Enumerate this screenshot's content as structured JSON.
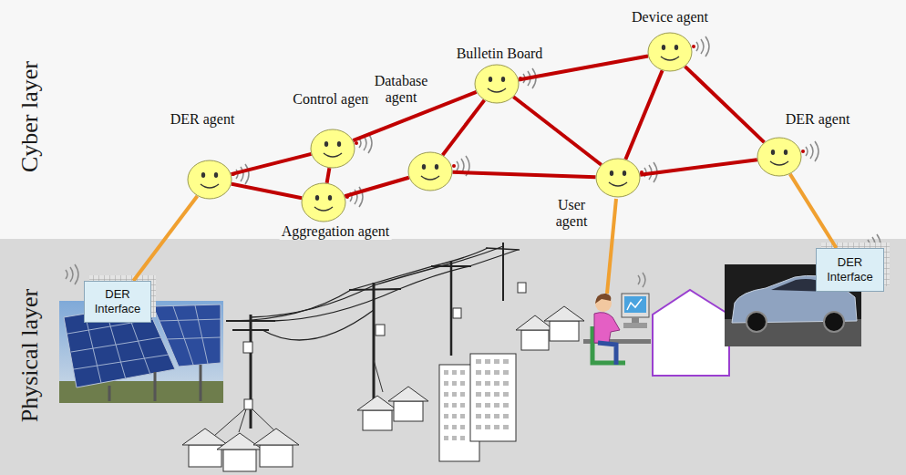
{
  "diagram": {
    "nodes": [
      {
        "text": [
          "Cyber layer"
        ]
      },
      {
        "text": [
          "DER agent"
        ],
        "in": 0
      },
      {
        "text": [
          "Control agent"
        ],
        "in": 0
      },
      {
        "text": [
          "Bulletin Board"
        ],
        "in": 0
      },
      {
        "text": [
          "Device agent"
        ],
        "in": 0
      },
      {
        "text": [
          "Database agent"
        ],
        "in": 0
      },
      {
        "text": [
          "Aggregation agent"
        ],
        "in": 0
      },
      {
        "text": [
          "User agent"
        ],
        "in": 0
      },
      {
        "text": [
          "DER agent"
        ],
        "in": 0
      },
      {
        "text": [
          "Physical layer"
        ]
      },
      {
        "text": [
          "DER Interface"
        ],
        "in": 9
      },
      {
        "text": [
          "DER Interface"
        ],
        "in": 9
      }
    ],
    "edges": [
      {
        "from": 1,
        "to": 2,
        "arrow": "none"
      },
      {
        "from": 1,
        "to": 6,
        "arrow": "none"
      },
      {
        "from": 2,
        "to": 6,
        "arrow": "none"
      },
      {
        "from": 2,
        "to": 3,
        "arrow": "none"
      },
      {
        "from": 6,
        "to": 5,
        "arrow": "none"
      },
      {
        "from": 5,
        "to": 3,
        "arrow": "none"
      },
      {
        "from": 5,
        "to": 7,
        "arrow": "none"
      },
      {
        "from": 3,
        "to": 7,
        "arrow": "none"
      },
      {
        "from": 3,
        "to": 4,
        "arrow": "none"
      },
      {
        "from": 4,
        "to": 7,
        "arrow": "none"
      },
      {
        "from": 4,
        "to": 8,
        "arrow": "none"
      },
      {
        "from": 7,
        "to": 8,
        "arrow": "none"
      },
      {
        "from": 1,
        "to": 10,
        "arrow": "none"
      },
      {
        "from": 8,
        "to": 11,
        "arrow": "none"
      }
    ]
  }
}
